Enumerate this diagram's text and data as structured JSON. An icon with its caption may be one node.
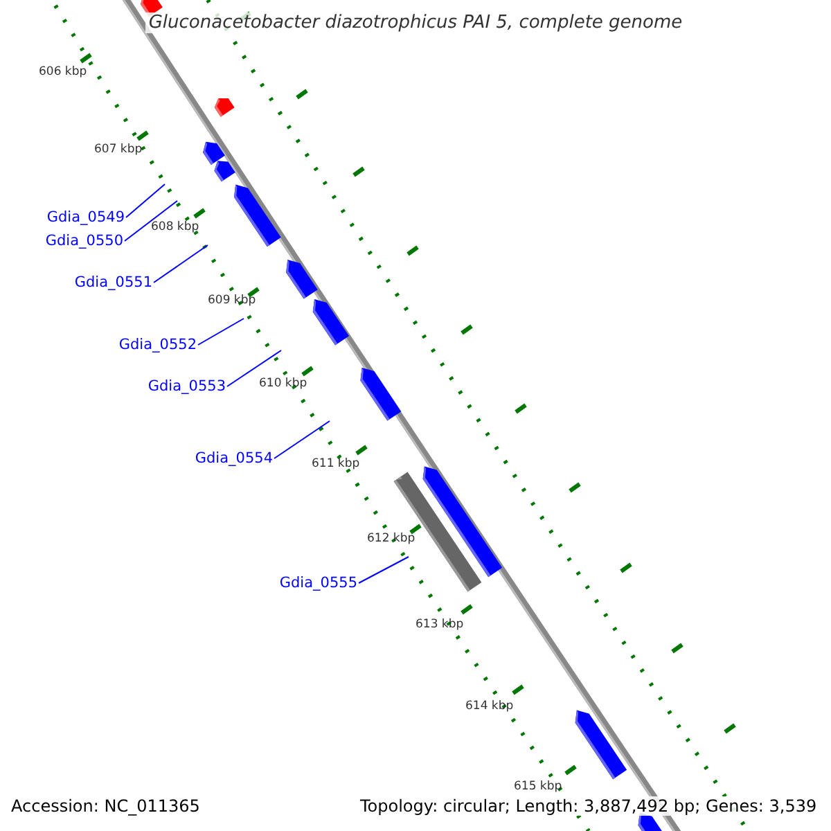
{
  "diagram": {
    "title": "Gluconacetobacter diazotrophicus PAI 5, complete genome",
    "nodes": [
      {
        "text": [
          "Gdia_0549"
        ]
      },
      {
        "text": [
          "Gdia_0550"
        ]
      },
      {
        "text": [
          "Gdia_0551"
        ]
      },
      {
        "text": [
          "Gdia_0552"
        ]
      },
      {
        "text": [
          "Gdia_0553"
        ]
      },
      {
        "text": [
          "Gdia_0554"
        ]
      },
      {
        "text": [
          "Gdia_0555"
        ]
      }
    ],
    "edges": [
      {
        "from": 0,
        "to": null,
        "arrow": "none"
      },
      {
        "from": 1,
        "to": null,
        "arrow": "none"
      },
      {
        "from": 2,
        "to": null,
        "arrow": "none"
      },
      {
        "from": 3,
        "to": null,
        "arrow": "none"
      },
      {
        "from": 4,
        "to": null,
        "arrow": "none"
      },
      {
        "from": 5,
        "to": null,
        "arrow": "none"
      },
      {
        "from": 6,
        "to": null,
        "arrow": "none"
      }
    ],
    "labels": [
      "606 kbp",
      "607 kbp",
      "608 kbp",
      "609 kbp",
      "610 kbp",
      "611 kbp",
      "612 kbp",
      "613 kbp",
      "614 kbp",
      "615 kbp",
      "Accession: NC_011365",
      "Topology: circular; Length: 3,887,492 bp; Genes: 3,539"
    ]
  }
}
